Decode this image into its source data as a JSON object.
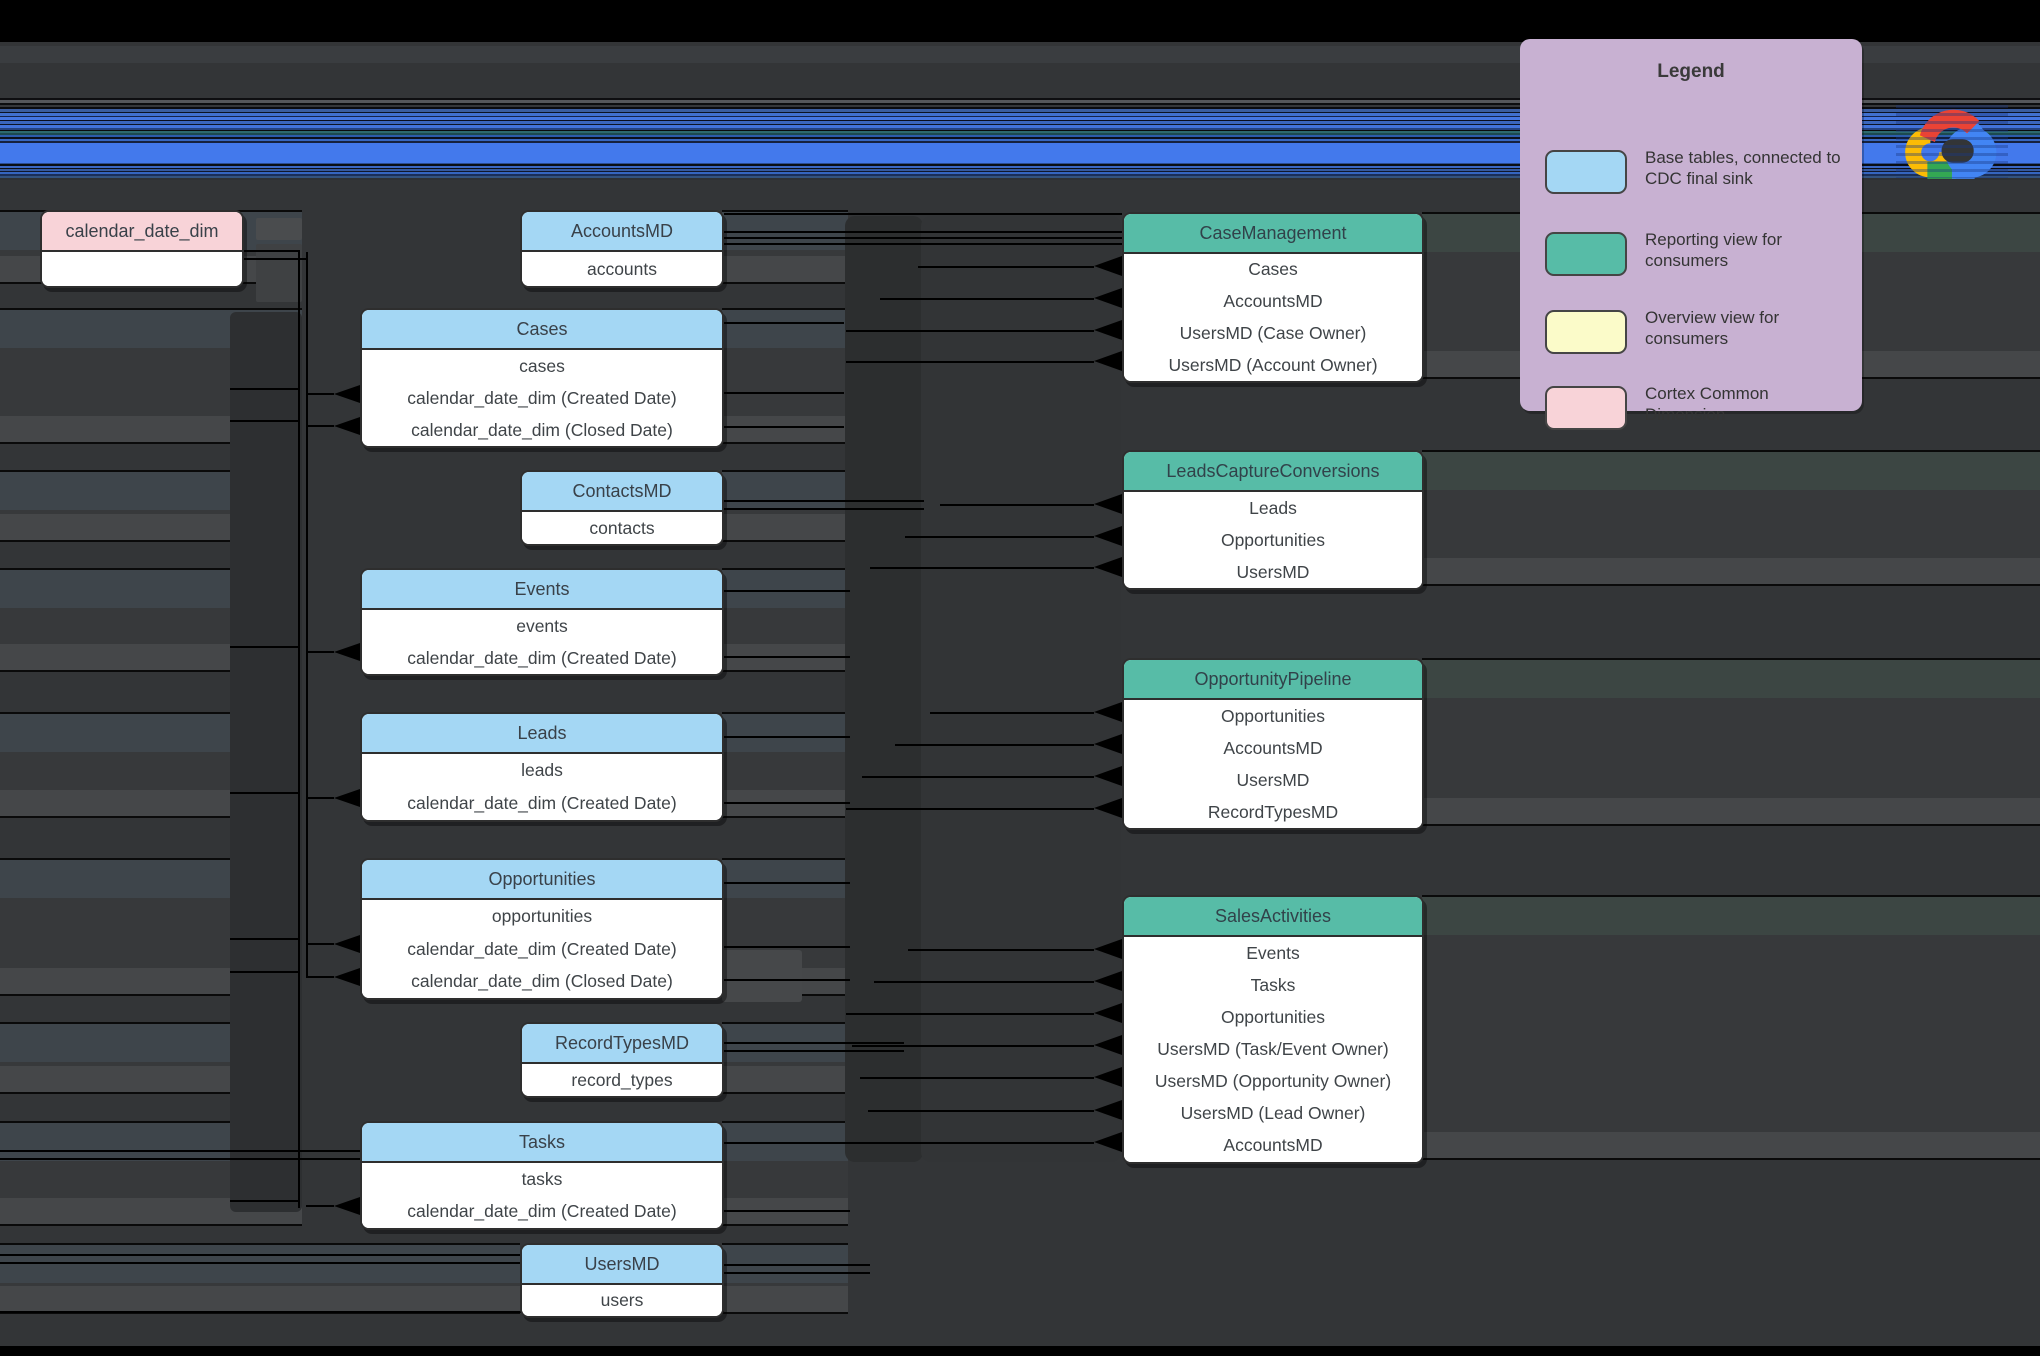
{
  "diagram": {
    "tables": [
      {
        "title": "calendar_date_dim",
        "type": "cortex_dimension",
        "rows": []
      },
      {
        "title": "AccountsMD",
        "type": "base_table",
        "rows": [
          "accounts"
        ]
      },
      {
        "title": "Cases",
        "type": "base_table",
        "rows": [
          "cases",
          "calendar_date_dim (Created Date)",
          "calendar_date_dim (Closed Date)"
        ]
      },
      {
        "title": "ContactsMD",
        "type": "base_table",
        "rows": [
          "contacts"
        ]
      },
      {
        "title": "Events",
        "type": "base_table",
        "rows": [
          "events",
          "calendar_date_dim (Created Date)"
        ]
      },
      {
        "title": "Leads",
        "type": "base_table",
        "rows": [
          "leads",
          "calendar_date_dim (Created Date)"
        ]
      },
      {
        "title": "Opportunities",
        "type": "base_table",
        "rows": [
          "opportunities",
          "calendar_date_dim (Created Date)",
          "calendar_date_dim (Closed Date)"
        ]
      },
      {
        "title": "RecordTypesMD",
        "type": "base_table",
        "rows": [
          "record_types"
        ]
      },
      {
        "title": "Tasks",
        "type": "base_table",
        "rows": [
          "tasks",
          "calendar_date_dim (Created Date)"
        ]
      },
      {
        "title": "UsersMD",
        "type": "base_table",
        "rows": [
          "users"
        ]
      },
      {
        "title": "CaseManagement",
        "type": "reporting_view",
        "rows": [
          "Cases",
          "AccountsMD",
          "UsersMD (Case Owner)",
          "UsersMD (Account Owner)"
        ]
      },
      {
        "title": "LeadsCaptureConversions",
        "type": "reporting_view",
        "rows": [
          "Leads",
          "Opportunities",
          "UsersMD"
        ]
      },
      {
        "title": "OpportunityPipeline",
        "type": "reporting_view",
        "rows": [
          "Opportunities",
          "AccountsMD",
          "UsersMD",
          "RecordTypesMD"
        ]
      },
      {
        "title": "SalesActivities",
        "type": "reporting_view",
        "rows": [
          "Events",
          "Tasks",
          "Opportunities",
          "UsersMD (Task/Event Owner)",
          "UsersMD (Opportunity Owner)",
          "UsersMD (Lead Owner)",
          "AccountsMD"
        ]
      }
    ],
    "legend": {
      "title": "Legend",
      "items": [
        {
          "label": "Base tables, connected to CDC final sink",
          "color": "#A4D7F4"
        },
        {
          "label": "Reporting view for consumers",
          "color": "#57BCA7"
        },
        {
          "label": "Overview view for consumers",
          "color": "#FBFBC9"
        },
        {
          "label": "Cortex Common Dimension",
          "color": "#F8D3D8"
        }
      ]
    },
    "logo": {
      "name": "Google Cloud"
    },
    "colors": {
      "base_table": "#A4D7F4",
      "reporting_view": "#57BCA7",
      "overview_view": "#FBFBC9",
      "cortex_dimension": "#F8D3D8",
      "legend_bg": "#C8B1D2",
      "canvas": "#333537",
      "connector": "#000000",
      "stripe_blue": "#4379EC",
      "logo_red": "#EA4335",
      "logo_yellow": "#FBBC05",
      "logo_green": "#34A853",
      "logo_blue": "#4285F4"
    }
  }
}
